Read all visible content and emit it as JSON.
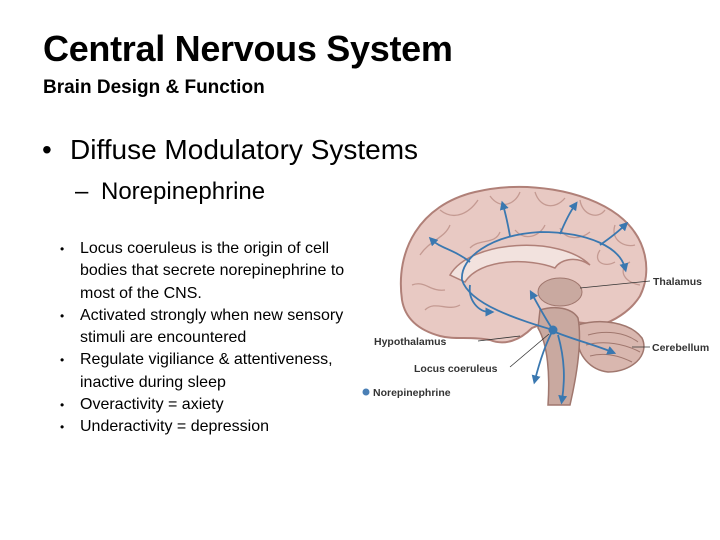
{
  "slide": {
    "title": "Central Nervous System",
    "subtitle": "Brain Design & Function",
    "bullet_level1": "Diffuse Modulatory Systems",
    "bullet_level2": "Norepinephrine",
    "points": [
      "Locus coeruleus is the origin of cell bodies that secrete norepinephrine to most of the CNS.",
      "Activated strongly when new sensory stimuli are encountered",
      "Regulate vigiliance & attentiveness, inactive during sleep",
      "Overactivity = axiety",
      "Underactivity = depression"
    ]
  },
  "figure": {
    "labels": {
      "thalamus": "Thalamus",
      "hypothalamus": "Hypothalamus",
      "cerebellum": "Cerebellum",
      "locus_coeruleus": "Locus coeruleus",
      "legend": "Norepinephrine"
    },
    "colors": {
      "pathway": "#3a78b0",
      "legend_dot": "#4a7fb5",
      "brain_fill": "#e8c9c3",
      "brain_outline": "#b08078",
      "brainstem": "#c9a9a0"
    }
  }
}
